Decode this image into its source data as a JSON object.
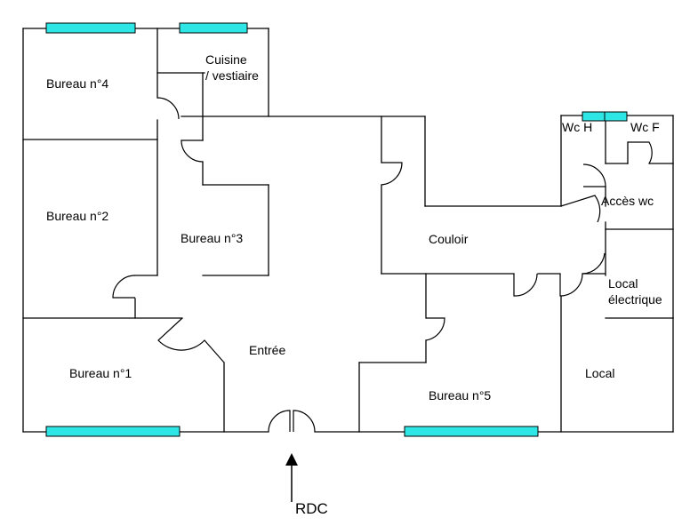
{
  "colors": {
    "wall": "#000000",
    "window_fill": "#2fe6e6",
    "window_stroke": "#000000",
    "background": "#ffffff"
  },
  "level_label": "RDC",
  "rooms": {
    "bureau4": "Bureau n°4",
    "cuisine_line1": "Cuisine",
    "cuisine_line2": "/ vestiaire",
    "bureau2": "Bureau n°2",
    "bureau3": "Bureau n°3",
    "couloir": "Couloir",
    "wc_h": "Wc H",
    "wc_f": "Wc F",
    "acces_wc": "Accès wc",
    "local_elec_line1": "Local",
    "local_elec_line2": "électrique",
    "entree": "Entrée",
    "bureau1": "Bureau n°1",
    "bureau5": "Bureau n°5",
    "local": "Local"
  }
}
